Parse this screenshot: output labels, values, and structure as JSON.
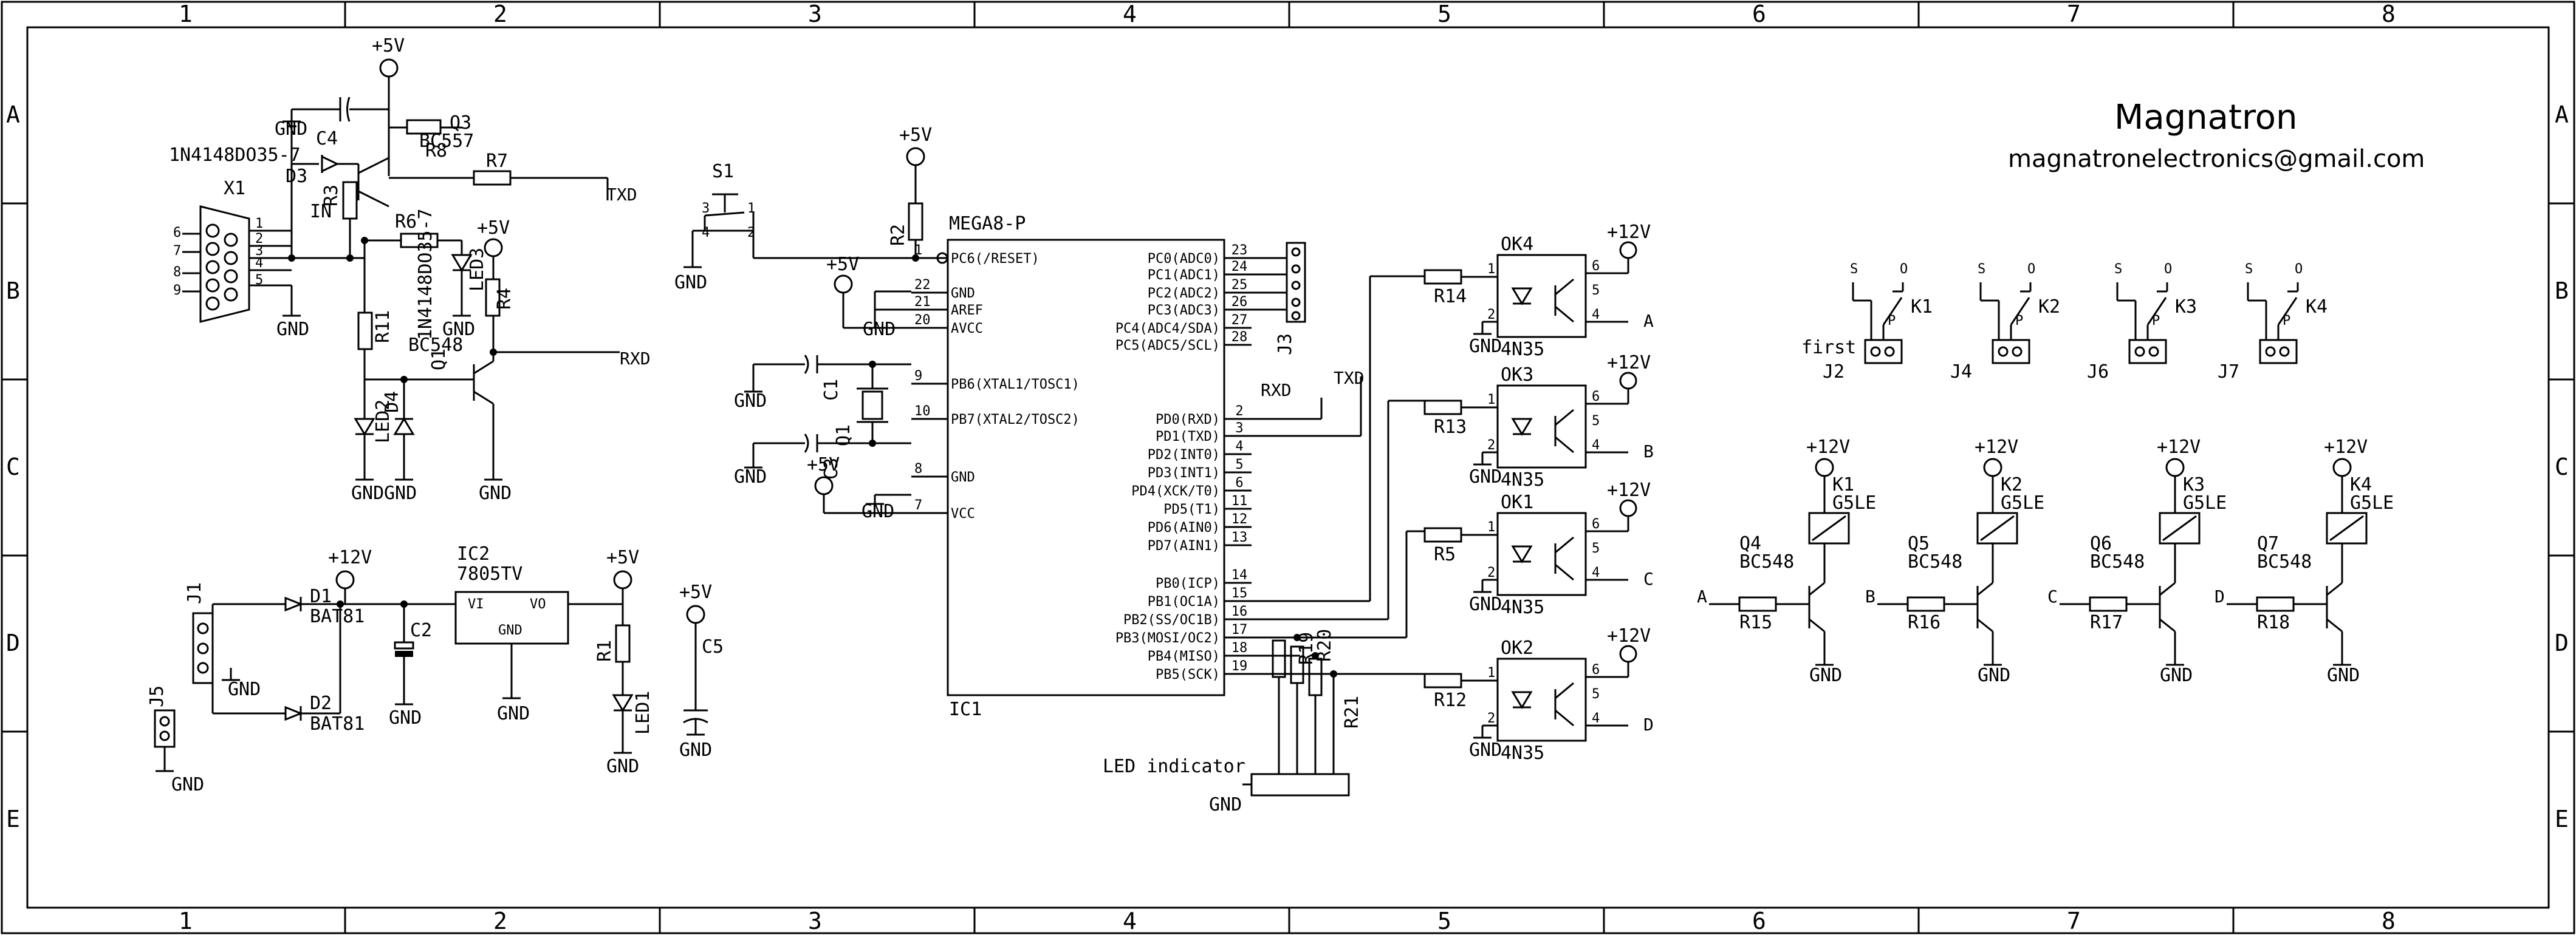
{
  "frame": {
    "columns": [
      "1",
      "2",
      "3",
      "4",
      "5",
      "6",
      "7",
      "8"
    ],
    "rows": [
      "A",
      "B",
      "C",
      "D",
      "E"
    ]
  },
  "title_block": {
    "title": "Magnatron",
    "email": "magnatronelectronics@gmail.com"
  },
  "power": {
    "p5": "+5V",
    "p12": "+12V",
    "gnd": "GND"
  },
  "serial": {
    "x1": "X1",
    "pins": [
      "1",
      "2",
      "3",
      "4",
      "5",
      "6",
      "7",
      "8",
      "9"
    ],
    "c4": "C4",
    "d3": "D3",
    "d3_part": "1N4148DO35-7",
    "r3": "R3",
    "in": "IN",
    "q3": "Q3",
    "q3_part": "BC557",
    "r8": "R8",
    "r7": "R7",
    "r6": "R6",
    "led3": "LED3",
    "r4": "R4",
    "r11": "R11",
    "q1": "Q1",
    "q1_part": "BC548",
    "d4": "D4",
    "d4_part": "1N4148DO35-7",
    "led2": "LED2",
    "txd": "TXD",
    "rxd": "RXD"
  },
  "supply": {
    "j1": "J1",
    "j5": "J5",
    "d1": "D1",
    "d2": "D2",
    "diode_part": "BAT81",
    "c2": "C2",
    "ic2": "IC2",
    "ic2_part": "7805TV",
    "vi": "VI",
    "vo": "VO",
    "gnd_pin": "GND",
    "r1": "R1",
    "led1": "LED1",
    "c5": "C5"
  },
  "mcu": {
    "s1": "S1",
    "r2": "R2",
    "name": "MEGA8-P",
    "ref": "IC1",
    "c1": "C1",
    "c3": "C3",
    "q_crystal": "Q1",
    "left_pins": [
      {
        "num": "1",
        "name": "PC6(/RESET)"
      },
      {
        "num": "22",
        "name": "GND"
      },
      {
        "num": "21",
        "name": "AREF"
      },
      {
        "num": "20",
        "name": "AVCC"
      },
      {
        "num": "9",
        "name": "PB6(XTAL1/TOSC1)"
      },
      {
        "num": "10",
        "name": "PB7(XTAL2/TOSC2)"
      },
      {
        "num": "8",
        "name": "GND"
      },
      {
        "num": "7",
        "name": "VCC"
      }
    ],
    "right_pins": [
      {
        "num": "23",
        "name": "PC0(ADC0)"
      },
      {
        "num": "24",
        "name": "PC1(ADC1)"
      },
      {
        "num": "25",
        "name": "PC2(ADC2)"
      },
      {
        "num": "26",
        "name": "PC3(ADC3)"
      },
      {
        "num": "27",
        "name": "PC4(ADC4/SDA)"
      },
      {
        "num": "28",
        "name": "PC5(ADC5/SCL)"
      },
      {
        "num": "2",
        "name": "PD0(RXD)"
      },
      {
        "num": "3",
        "name": "PD1(TXD)"
      },
      {
        "num": "4",
        "name": "PD2(INT0)"
      },
      {
        "num": "5",
        "name": "PD3(INT1)"
      },
      {
        "num": "6",
        "name": "PD4(XCK/T0)"
      },
      {
        "num": "11",
        "name": "PD5(T1)"
      },
      {
        "num": "12",
        "name": "PD6(AIN0)"
      },
      {
        "num": "13",
        "name": "PD7(AIN1)"
      },
      {
        "num": "14",
        "name": "PB0(ICP)"
      },
      {
        "num": "15",
        "name": "PB1(OC1A)"
      },
      {
        "num": "16",
        "name": "PB2(SS/OC1B)"
      },
      {
        "num": "17",
        "name": "PB3(MOSI/OC2)"
      },
      {
        "num": "18",
        "name": "PB4(MISO)"
      },
      {
        "num": "19",
        "name": "PB5(SCK)"
      }
    ],
    "j3": "J3",
    "rxd": "RXD",
    "txd": "TXD",
    "led_indicator": "LED indicator",
    "r19": "R19",
    "r20": "R20",
    "r21": "R21"
  },
  "optos": [
    {
      "ref": "OK4",
      "part": "4N35",
      "res": "R14",
      "out": "A"
    },
    {
      "ref": "OK3",
      "part": "4N35",
      "res": "R13",
      "out": "B"
    },
    {
      "ref": "OK1",
      "part": "4N35",
      "res": "R5",
      "out": "C"
    },
    {
      "ref": "OK2",
      "part": "4N35",
      "res": "R12",
      "out": "D"
    }
  ],
  "opto_pins": [
    "1",
    "2",
    "4",
    "5",
    "6"
  ],
  "relay_contacts": [
    {
      "ref": "K1",
      "conn": "J2",
      "s": "S",
      "o": "O",
      "p": "P"
    },
    {
      "ref": "K2",
      "conn": "J4",
      "s": "S",
      "o": "O",
      "p": "P"
    },
    {
      "ref": "K3",
      "conn": "J6",
      "s": "S",
      "o": "O",
      "p": "P"
    },
    {
      "ref": "K4",
      "conn": "J7",
      "s": "S",
      "o": "O",
      "p": "P"
    }
  ],
  "first_label": "first",
  "drivers": [
    {
      "q": "Q4",
      "q_part": "BC548",
      "k": "K1",
      "k_part": "G5LE",
      "r": "R15",
      "in": "A"
    },
    {
      "q": "Q5",
      "q_part": "BC548",
      "k": "K2",
      "k_part": "G5LE",
      "r": "R16",
      "in": "B"
    },
    {
      "q": "Q6",
      "q_part": "BC548",
      "k": "K3",
      "k_part": "G5LE",
      "r": "R17",
      "in": "C"
    },
    {
      "q": "Q7",
      "q_part": "BC548",
      "k": "K4",
      "k_part": "G5LE",
      "r": "R18",
      "in": "D"
    }
  ]
}
